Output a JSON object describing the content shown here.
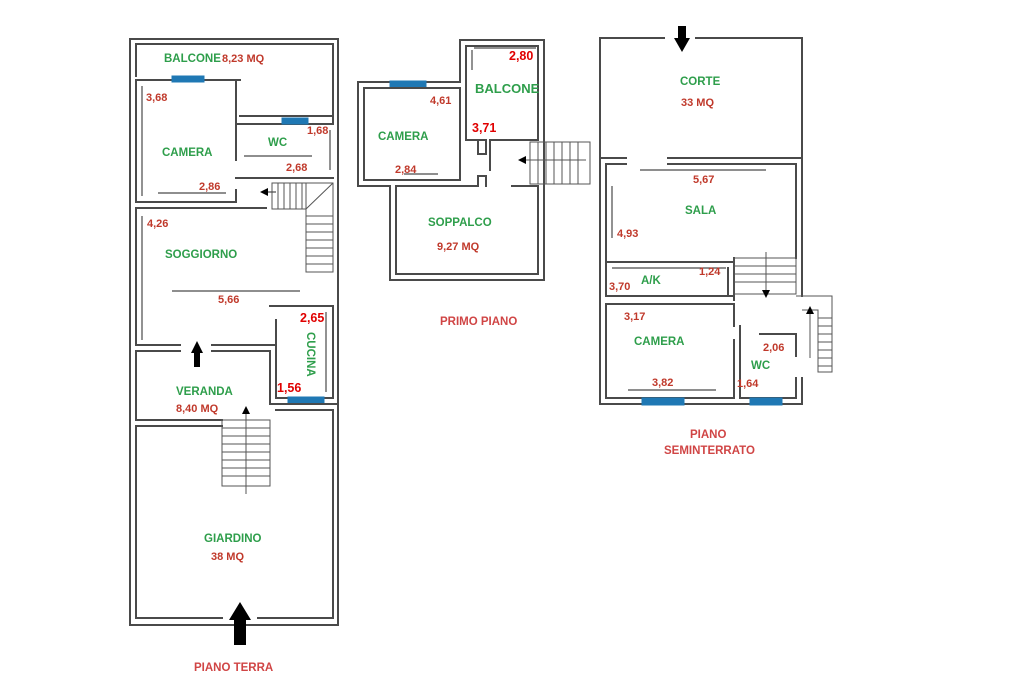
{
  "piano_terra": {
    "title": "PIANO TERRA",
    "balcone": {
      "label": "BALCONE",
      "area": "8,23 MQ"
    },
    "camera": {
      "label": "CAMERA",
      "dim_h": "3,68",
      "dim_w": "2,86"
    },
    "wc": {
      "label": "WC",
      "dim_h": "1,68",
      "dim_w": "2,68"
    },
    "soggiorno": {
      "label": "SOGGIORNO",
      "dim_h": "4,26",
      "dim_w": "5,66"
    },
    "cucina": {
      "label": "CUCINA",
      "dim_h": "2,65",
      "dim_w": "1,56"
    },
    "veranda": {
      "label": "VERANDA",
      "area": "8,40 MQ"
    },
    "giardino": {
      "label": "GIARDINO",
      "area": "38 MQ"
    }
  },
  "primo_piano": {
    "title": "PRIMO PIANO",
    "camera": {
      "label": "CAMERA",
      "dim_h": "4,61",
      "dim_w": "2,84"
    },
    "balcone": {
      "label": "BALCONE",
      "dim_h": "3,71",
      "dim_w": "2,80"
    },
    "soppalco": {
      "label": "SOPPALCO",
      "area": "9,27 MQ"
    }
  },
  "piano_seminterrato": {
    "title_line1": "PIANO",
    "title_line2": "SEMINTERRATO",
    "corte": {
      "label": "CORTE",
      "area": "33 MQ"
    },
    "sala": {
      "label": "SALA",
      "dim_h": "4,93",
      "dim_w": "5,67"
    },
    "ak": {
      "label": "A/K",
      "dim_h": "3,70",
      "dim_w": "1,24"
    },
    "camera": {
      "label": "CAMERA",
      "dim_h": "3,17",
      "dim_w": "3,82"
    },
    "wc": {
      "label": "WC",
      "dim_h": "2,06",
      "dim_w": "1,64"
    }
  },
  "colors": {
    "room_label": "#2e9e4b",
    "dimension": "#c0392b",
    "window": "#1f78b4",
    "wall": "#4a4a4a"
  }
}
